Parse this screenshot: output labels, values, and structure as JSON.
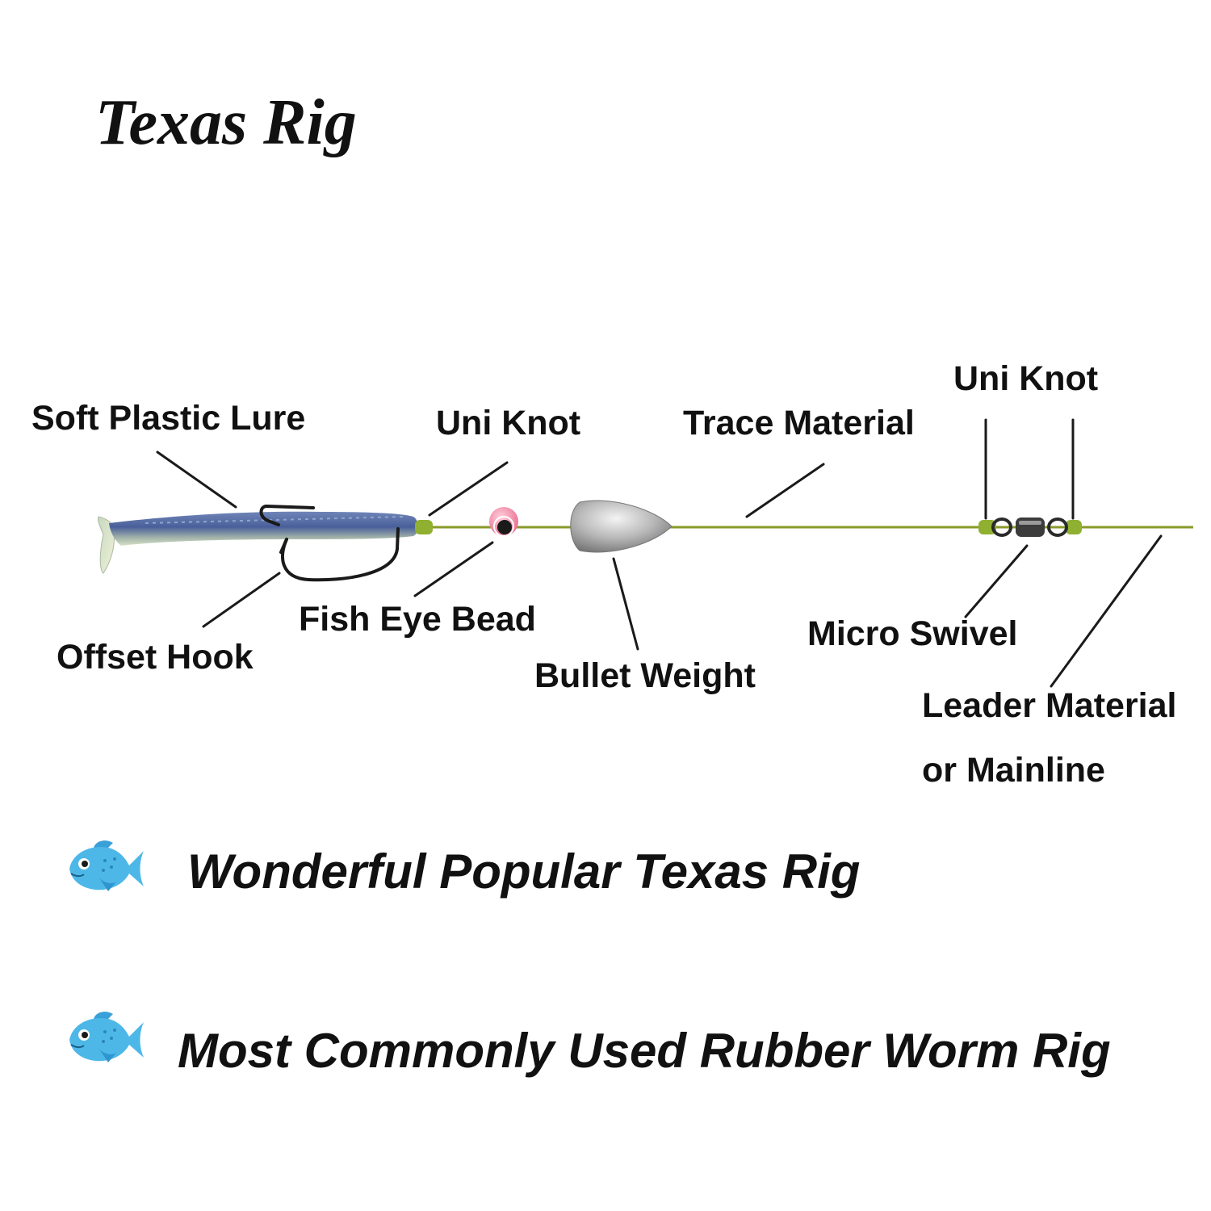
{
  "title": "Texas Rig",
  "labels": {
    "soft_plastic_lure": "Soft Plastic Lure",
    "offset_hook": "Offset Hook",
    "uni_knot_left": "Uni Knot",
    "fish_eye_bead": "Fish Eye Bead",
    "bullet_weight": "Bullet Weight",
    "trace_material": "Trace Material",
    "uni_knot_right": "Uni Knot",
    "micro_swivel": "Micro Swivel",
    "leader_line1": "Leader Material",
    "leader_line2": "or Mainline"
  },
  "features": [
    {
      "text": "Wonderful Popular Texas Rig",
      "icon": "fish-icon"
    },
    {
      "text": "Most Commonly Used Rubber Worm Rig",
      "icon": "fish-icon"
    }
  ],
  "colors": {
    "line": "#8a9a2a",
    "knot": "#8fb030",
    "text": "#111111",
    "fish_icon": "#4db8e8"
  }
}
